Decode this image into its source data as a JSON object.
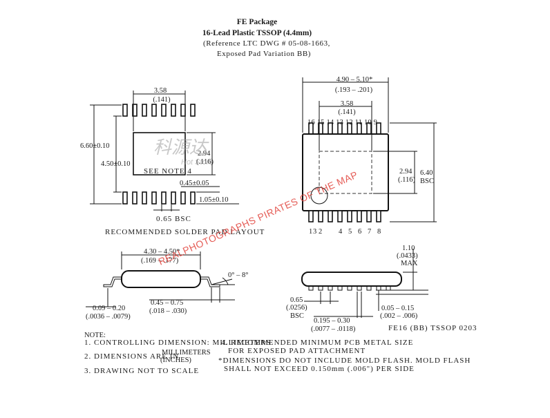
{
  "title": {
    "line1": "FE Package",
    "line2": "16-Lead Plastic TSSOP (4.4mm)",
    "line3": "(Reference LTC DWG # 05-08-1663,",
    "line4": "Exposed Pad Variation BB)"
  },
  "solder_layout": {
    "caption": "RECOMMENDED SOLDER PAD LAYOUT",
    "dim_top_mm": "3.58",
    "dim_top_in": "(.141)",
    "dim_height_a": "6.60",
    "dim_height_b": "±0.10",
    "dim_inner_a": "4.50",
    "dim_inner_b": "±0.10",
    "dim_pad_mm": "2.94",
    "dim_pad_in": "(.116)",
    "see_note": "SEE NOTE 4",
    "pad_width": "0.45±0.05",
    "pad_len": "1.05±0.10",
    "pitch": "0.65 BSC"
  },
  "top_view": {
    "dim_len": "4.90 – 5.10*",
    "dim_len_in": "(.193 – .201)",
    "dim_pad_mm": "3.58",
    "dim_pad_in": "(.141)",
    "dim_side_mm": "2.94",
    "dim_side_in": "(.116)",
    "dim_w_mm": "6.40",
    "dim_w_bsc": "BSC",
    "top_pins": "16 15 14 13 12 11 10 9",
    "bottom_pins": [
      "1",
      "3",
      "2",
      "4",
      "5",
      "6",
      "7",
      "8"
    ]
  },
  "side_view": {
    "dim_body": "4.30 – 4.50*",
    "dim_body_in": "(.169 – .177)",
    "angle": "0° – 8°",
    "dim_lead": "0.09 – 0.20",
    "dim_lead_in": "(.0036 – .0079)",
    "dim_foot": "0.45 – 0.75",
    "dim_foot_in": "(.018 – .030)"
  },
  "end_view": {
    "height_mm": "1.10",
    "height_in": "(.0433)",
    "height_max": "MAX",
    "pitch_mm": "0.65",
    "pitch_in": "(.0256)",
    "pitch_bsc": "BSC",
    "lead_w": "0.195 – 0.30",
    "lead_w_in": "(.0077 – .0118)",
    "standoff": "0.05 – 0.15",
    "standoff_in": "(.002 – .006)",
    "code": "FE16 (BB) TSSOP 0203"
  },
  "notes": {
    "heading": "NOTE:",
    "n1": "1. CONTROLLING DIMENSION: MILLIMETERS",
    "n2a": "2. DIMENSIONS ARE IN",
    "n2b": "MILLIMETERS",
    "n2c": "(INCHES)",
    "n3": "3. DRAWING NOT TO SCALE",
    "n4a": "4. RECOMMENDED MINIMUM PCB METAL SIZE",
    "n4b": "FOR EXPOSED PAD ATTACHMENT",
    "n5a": "*DIMENSIONS DO NOT INCLUDE MOLD FLASH. MOLD FLASH",
    "n5b": "SHALL NOT EXCEED 0.150mm (.006\") PER SIDE"
  },
  "watermarks": {
    "red": "REALPHOTOGRAPHS PIRATES OF THE MAP",
    "grey": "科源达",
    "grey_sub": "Hot Store"
  }
}
